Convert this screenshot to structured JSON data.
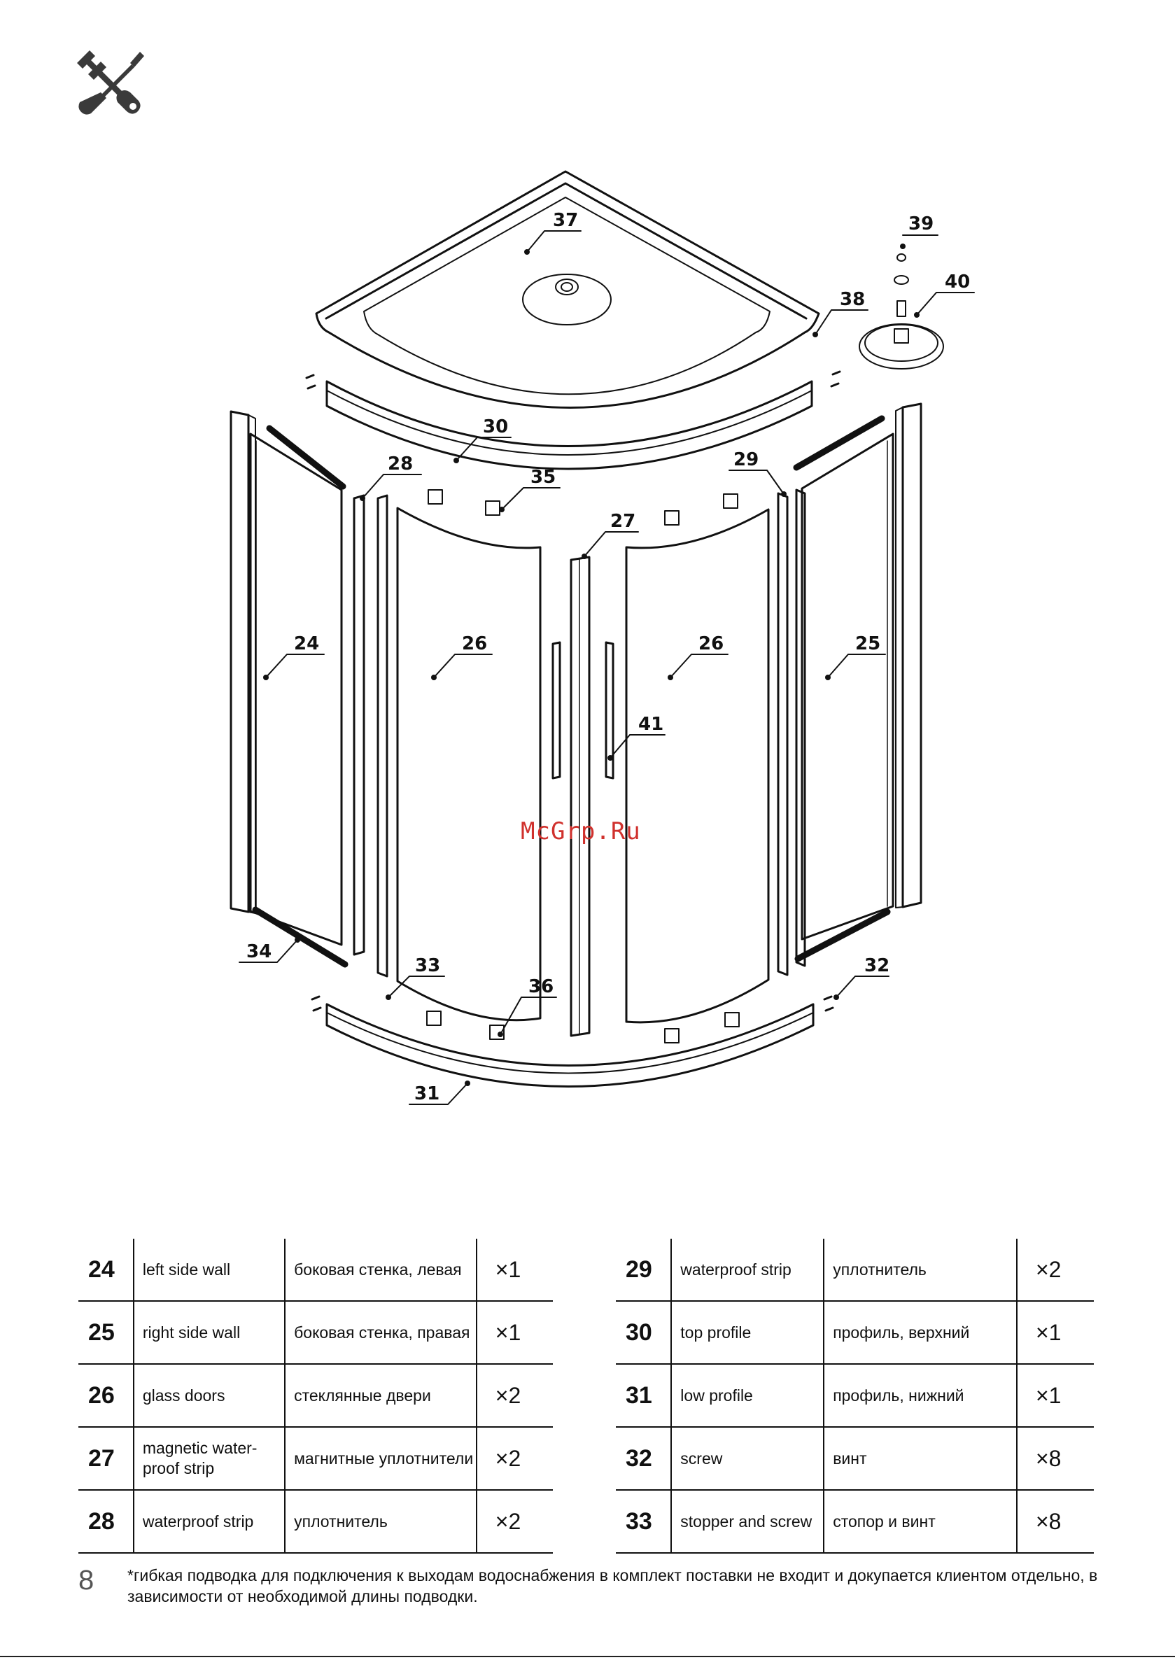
{
  "watermark": "McGrp.Ru",
  "callouts": {
    "c24": "24",
    "c25": "25",
    "c26a": "26",
    "c26b": "26",
    "c27": "27",
    "c28": "28",
    "c29": "29",
    "c30": "30",
    "c31": "31",
    "c32": "32",
    "c33": "33",
    "c34": "34",
    "c35": "35",
    "c36": "36",
    "c37": "37",
    "c38": "38",
    "c39": "39",
    "c40": "40",
    "c41": "41"
  },
  "parts_left": [
    {
      "num": "24",
      "en": "left side wall",
      "ru": "боковая стенка, левая",
      "qty": "×1"
    },
    {
      "num": "25",
      "en": "right side wall",
      "ru": "боковая стенка, правая",
      "qty": "×1"
    },
    {
      "num": "26",
      "en": "glass doors",
      "ru": "стеклянные двери",
      "qty": "×2"
    },
    {
      "num": "27",
      "en": "magnetic water-proof strip",
      "ru": "магнитные уплотнители",
      "qty": "×2"
    },
    {
      "num": "28",
      "en": "waterproof strip",
      "ru": "уплотнитель",
      "qty": "×2"
    }
  ],
  "parts_right": [
    {
      "num": "29",
      "en": "waterproof strip",
      "ru": "уплотнитель",
      "qty": "×2"
    },
    {
      "num": "30",
      "en": "top profile",
      "ru": "профиль, верхний",
      "qty": "×1"
    },
    {
      "num": "31",
      "en": "low profile",
      "ru": "профиль, нижний",
      "qty": "×1"
    },
    {
      "num": "32",
      "en": "screw",
      "ru": "винт",
      "qty": "×8"
    },
    {
      "num": "33",
      "en": "stopper and screw",
      "ru": "стопор и винт",
      "qty": "×8"
    }
  ],
  "page_number": "8",
  "footnote": "*гибкая подводка для подключения к выходам водоснабжения в комплект поставки не входит и докупается клиентом отдельно, в зависимости от необходимой длины подводки.",
  "icons": {
    "header": "wrench-screwdriver-icon"
  }
}
